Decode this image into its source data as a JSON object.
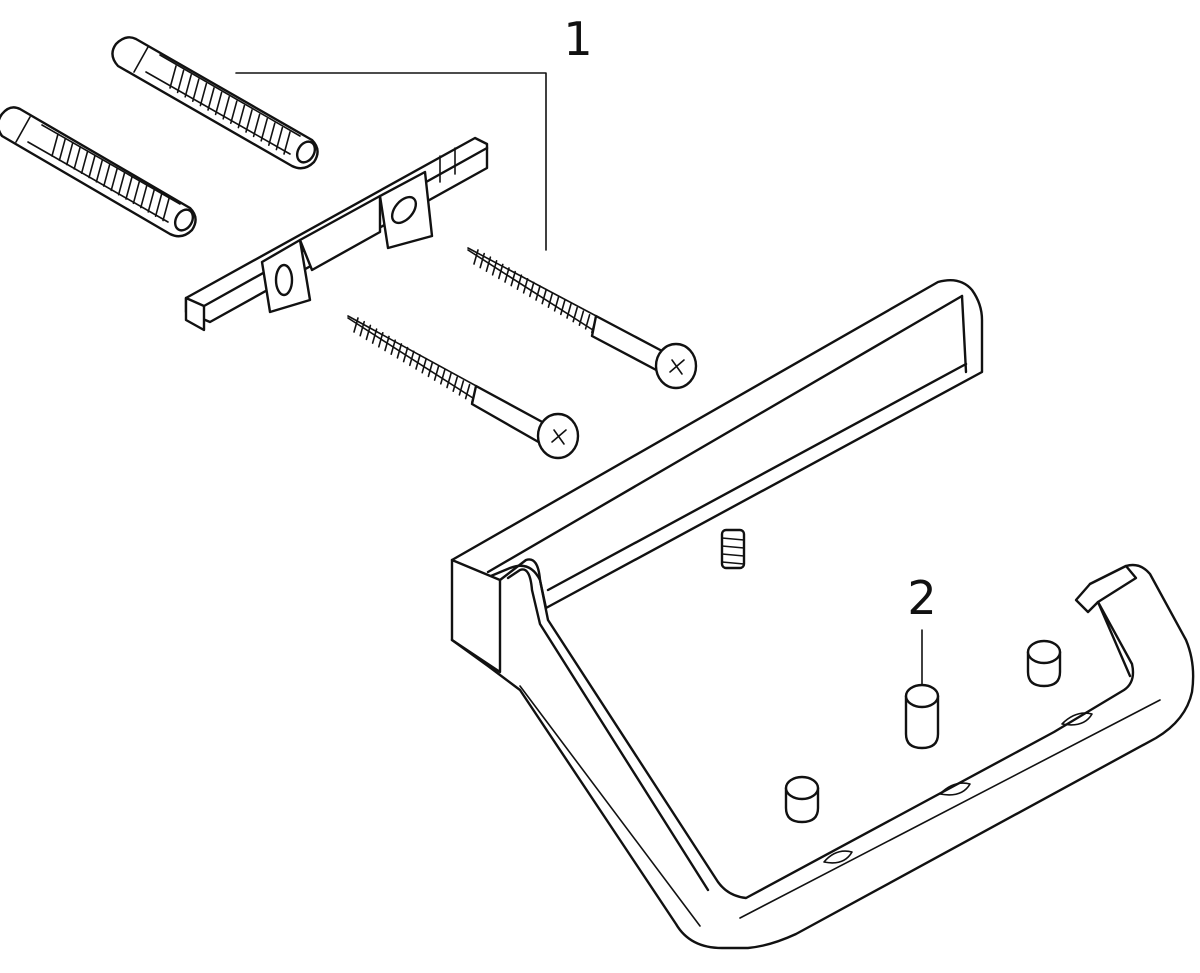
{
  "callouts": [
    {
      "id": "callout-1",
      "label": "1"
    },
    {
      "id": "callout-2",
      "label": "2"
    }
  ],
  "colors": {
    "line": "#111111",
    "background": "#ffffff"
  }
}
